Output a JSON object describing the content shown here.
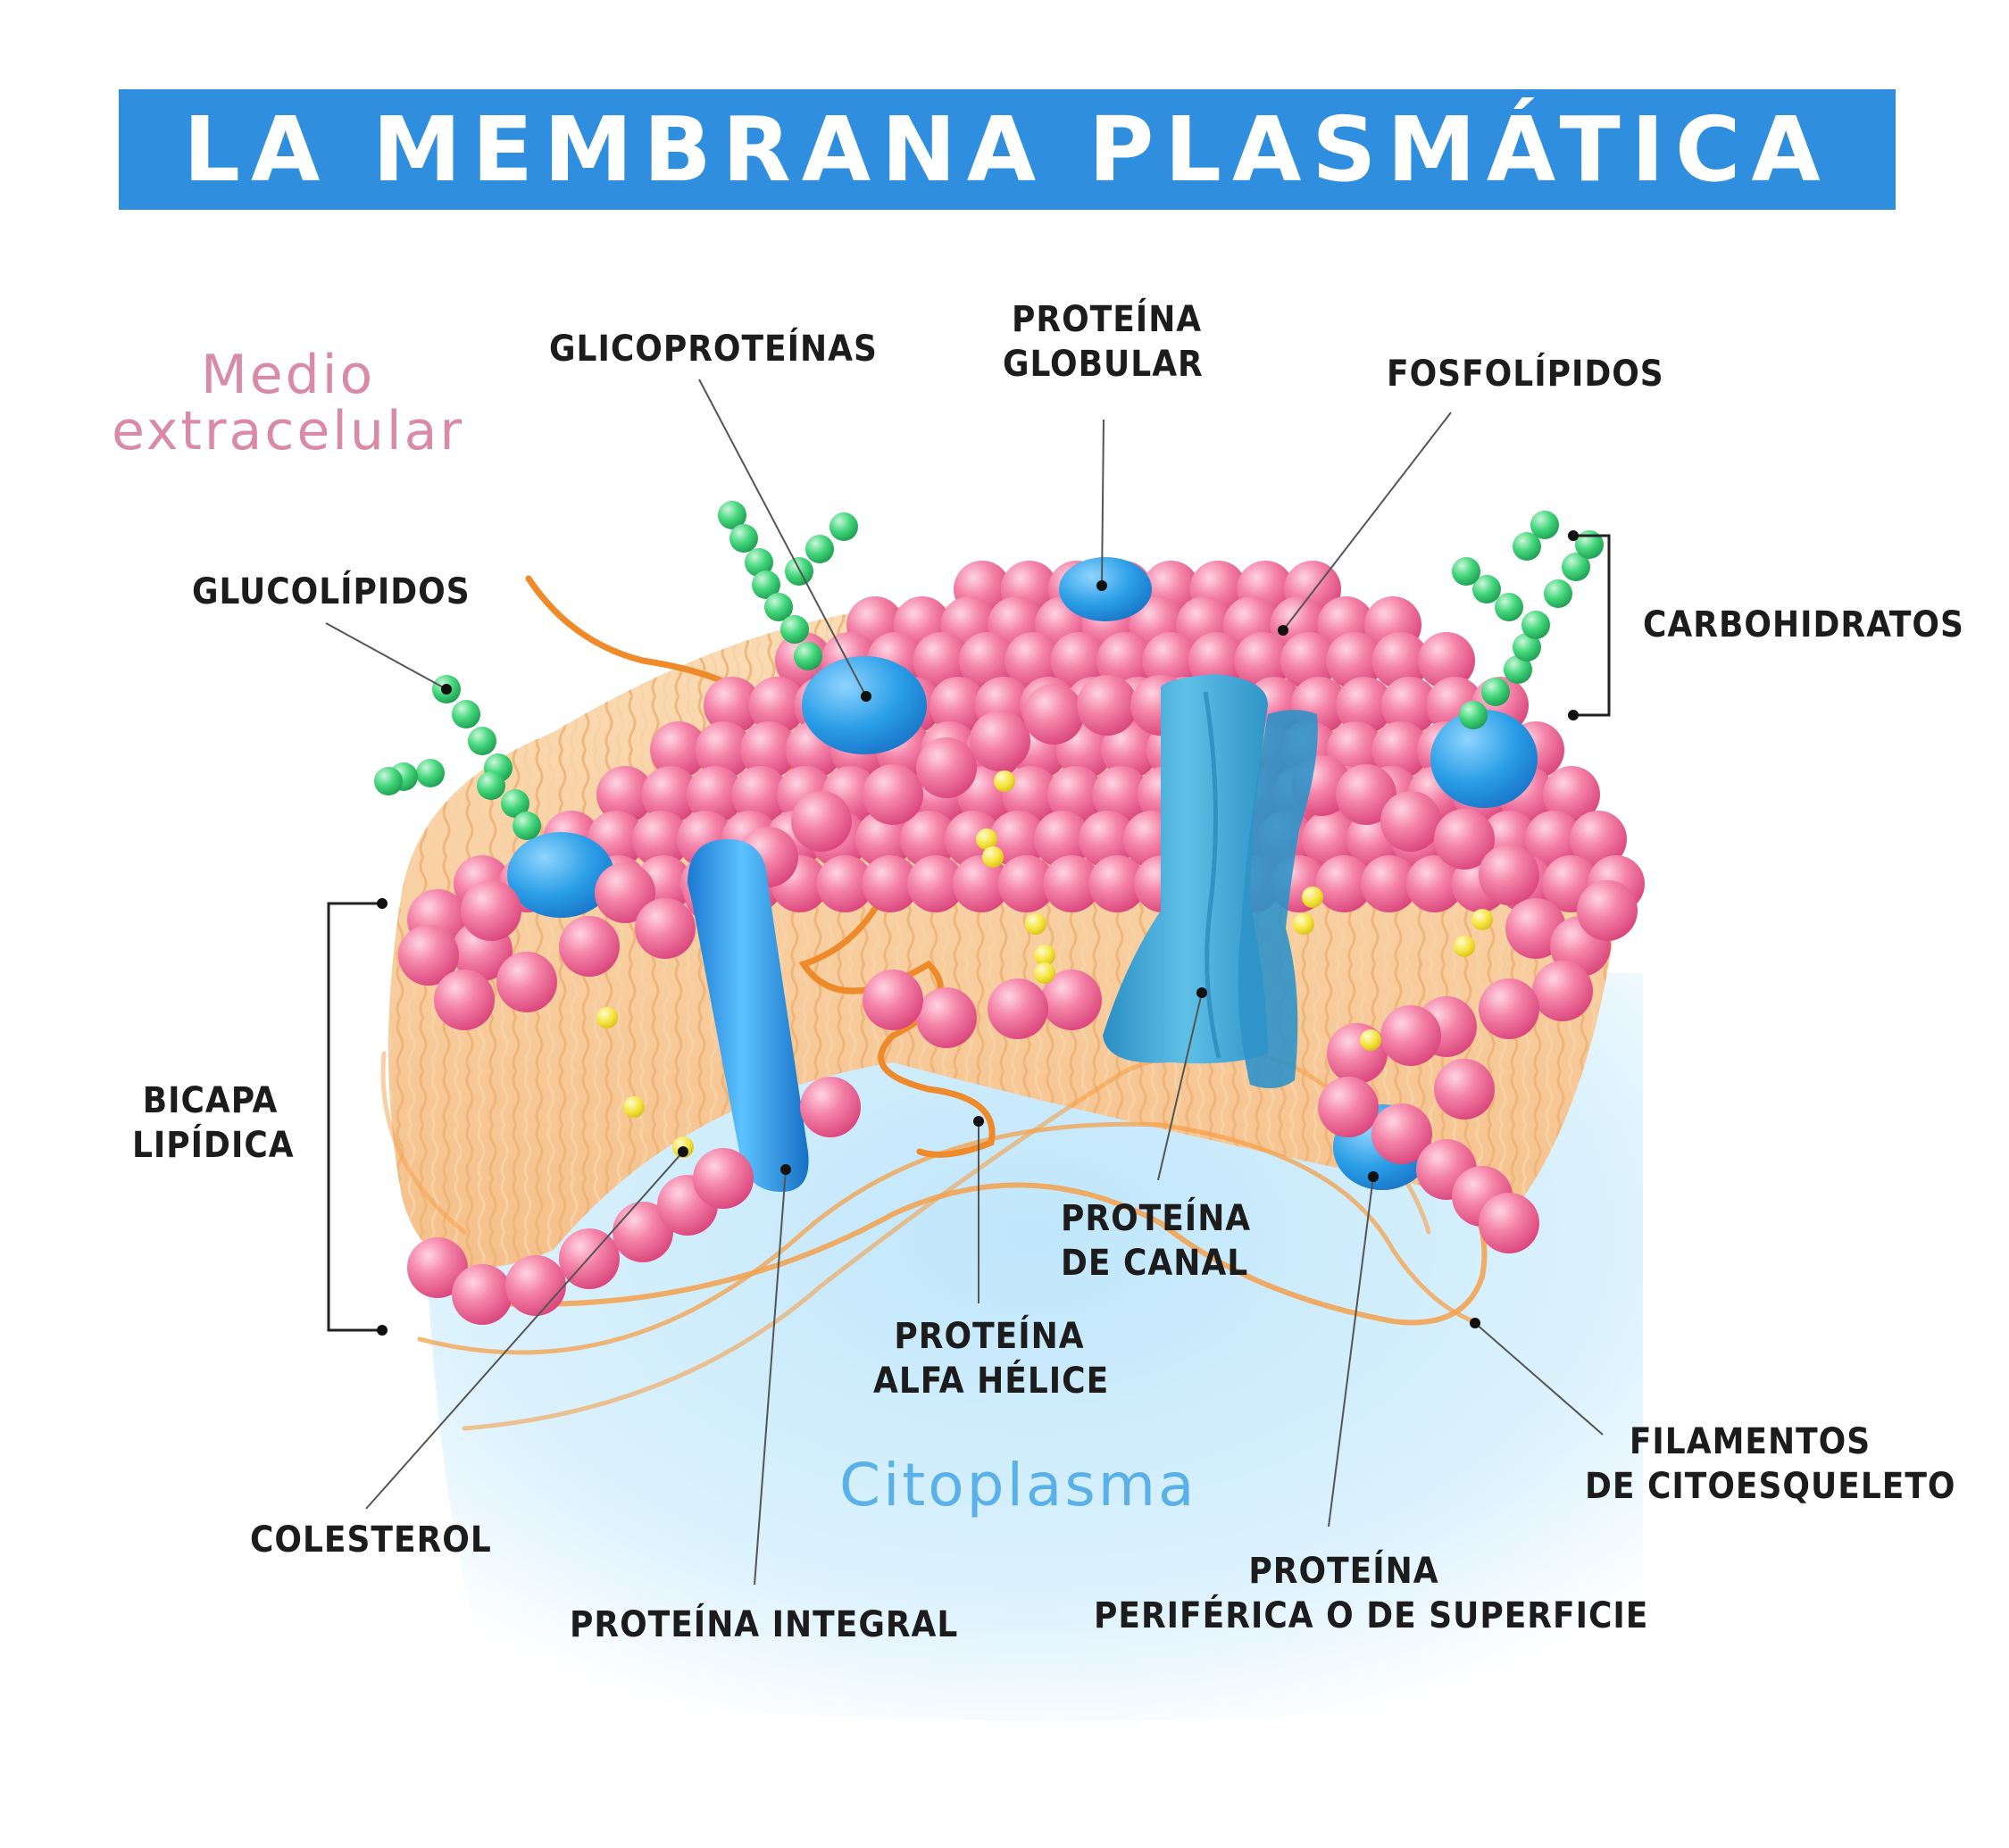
{
  "title": "LA MEMBRANA PLASMÁTICA",
  "regions": {
    "extracellular_line1": "Medio",
    "extracellular_line2": "extracelular",
    "cytoplasm": "Citoplasma"
  },
  "labels": {
    "glucolipidos": "GLUCOLÍPIDOS",
    "glicoproteinas": "GLICOPROTEÍNAS",
    "proteina_globular_1": "PROTEÍNA",
    "proteina_globular_2": "GLOBULAR",
    "fosfolipidos": "FOSFOLÍPIDOS",
    "carbohidratos": "CARBOHIDRATOS",
    "bicapa_1": "BICAPA",
    "bicapa_2": "LIPÍDICA",
    "proteina_canal_1": "PROTEÍNA",
    "proteina_canal_2": "DE CANAL",
    "alfa_helice_1": "PROTEÍNA",
    "alfa_helice_2": "ALFA HÉLICE",
    "filamentos_1": "FILAMENTOS",
    "filamentos_2": "DE CITOESQUELETO",
    "colesterol": "COLESTEROL",
    "proteina_integral": "PROTEÍNA INTEGRAL",
    "periferica_1": "PROTEÍNA",
    "periferica_2": "PERIFÉRICA O DE SUPERFICIE"
  },
  "colors": {
    "title_bar": "#2f8fde",
    "title_text": "#ffffff",
    "extracellular_text": "#d98aa6",
    "cytoplasm_text": "#5ab0e8",
    "phospholipid_head": "#f0709a",
    "lipid_tail": "#f6c690",
    "protein": "#2a9ee6",
    "channel_protein": "#3fa6d4",
    "carbohydrate": "#3fcf73",
    "cholesterol": "#f2e13a",
    "cytoskeleton": "#f5a04a"
  }
}
